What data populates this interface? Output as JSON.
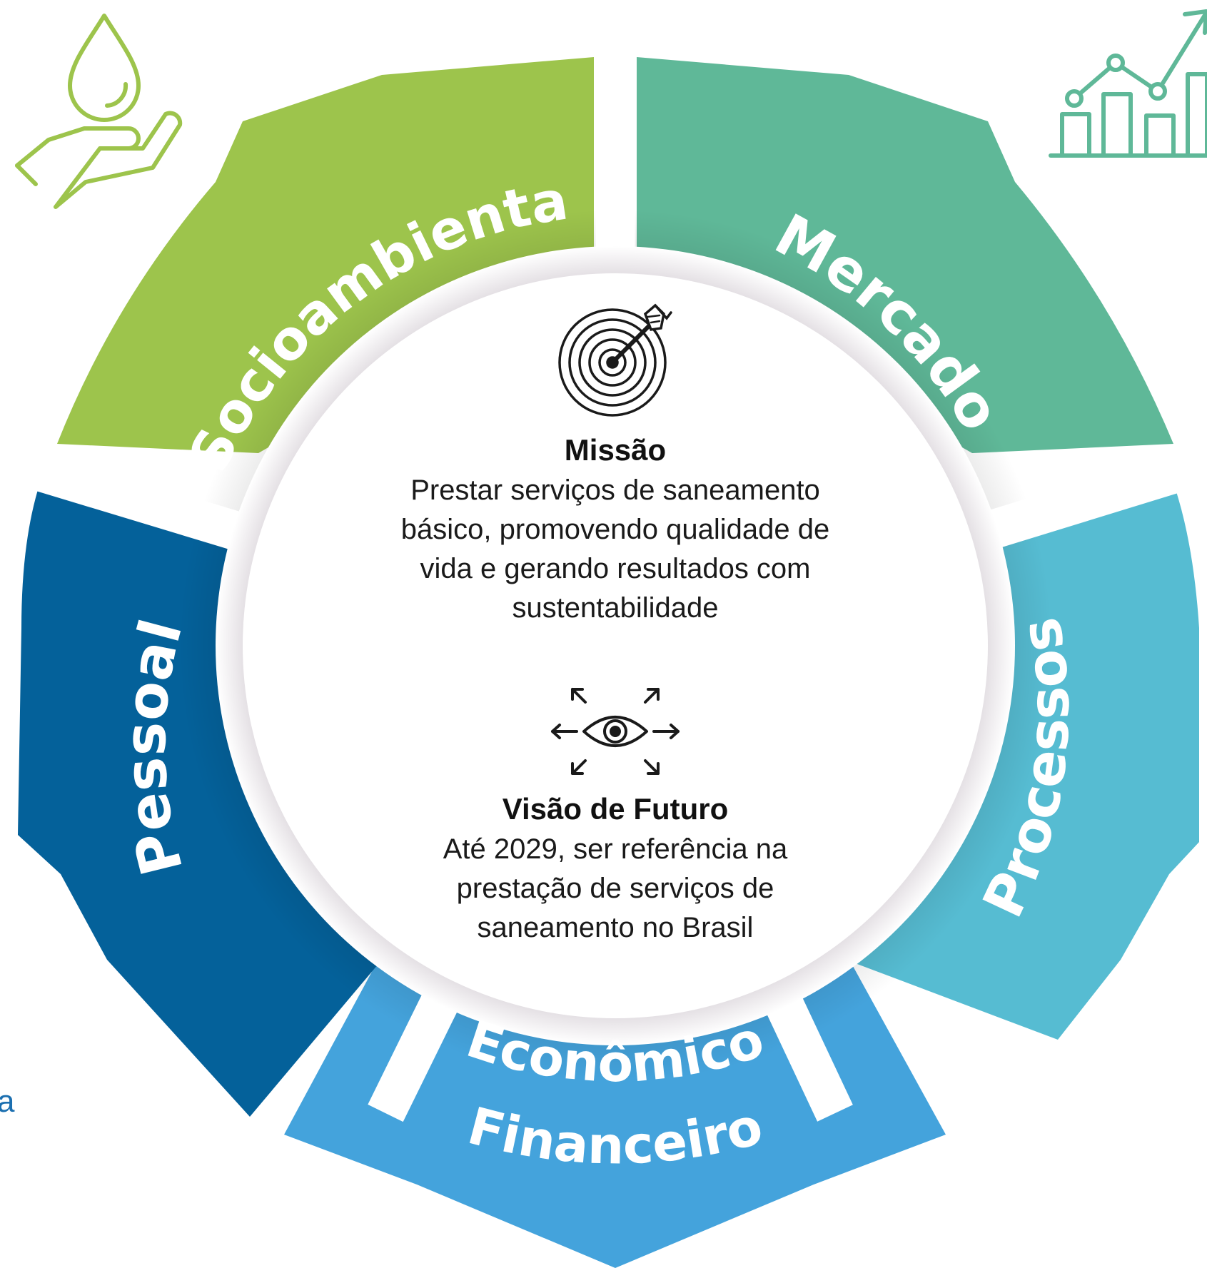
{
  "segments": [
    {
      "id": "socioambiental",
      "label": "Socioambiental",
      "color": "#9dc44c"
    },
    {
      "id": "mercado",
      "label": "Mercado",
      "color": "#5fb898"
    },
    {
      "id": "processos",
      "label": "Processos",
      "color": "#56bcd2"
    },
    {
      "id": "economico",
      "label_line1": "Econômico",
      "label_line2": "Financeiro",
      "color": "#44a3dc"
    },
    {
      "id": "pessoal",
      "label": "Pessoal",
      "color": "#04619a"
    }
  ],
  "missao": {
    "title": "Missão",
    "lines": [
      "Prestar serviços de saneamento",
      "básico, promovendo qualidade de",
      "vida e gerando resultados com",
      "sustentabilidade"
    ]
  },
  "visao": {
    "title": "Visão de Futuro",
    "lines": [
      "Até 2029, ser referência na",
      "prestação de serviços de",
      "saneamento no Brasil"
    ]
  },
  "edge_fragment": "a",
  "icons": {
    "top_left": "water-drop-hand-icon",
    "top_right": "growth-chart-icon",
    "missao": "target-arrow-icon",
    "visao": "eye-arrows-icon"
  },
  "icon_colors": {
    "top_left": "#9dc44c",
    "top_right": "#5fb898"
  }
}
